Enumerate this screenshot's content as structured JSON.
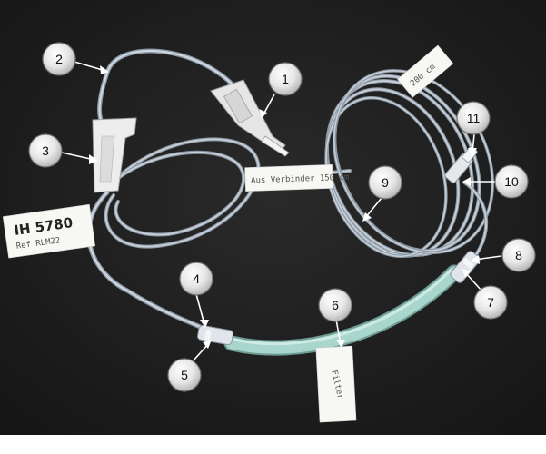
{
  "photo": {
    "background_color": "#1c1c1c",
    "tube_color": "#b9c4cf",
    "filter_tube_color": "#9fd0c6",
    "component_color": "#e8e8e8"
  },
  "tube_labels": {
    "left_tag_main": "IH 5780",
    "left_tag_sub": "Ref RLM22",
    "middle_tag": "Aus Verbinder 150 cm",
    "coil_tag": "200 cm",
    "filter_tag": "Filter"
  },
  "callouts": [
    {
      "number": "1"
    },
    {
      "number": "2"
    },
    {
      "number": "3"
    },
    {
      "number": "4"
    },
    {
      "number": "5"
    },
    {
      "number": "6"
    },
    {
      "number": "7"
    },
    {
      "number": "8"
    },
    {
      "number": "9"
    },
    {
      "number": "10"
    },
    {
      "number": "11"
    }
  ]
}
